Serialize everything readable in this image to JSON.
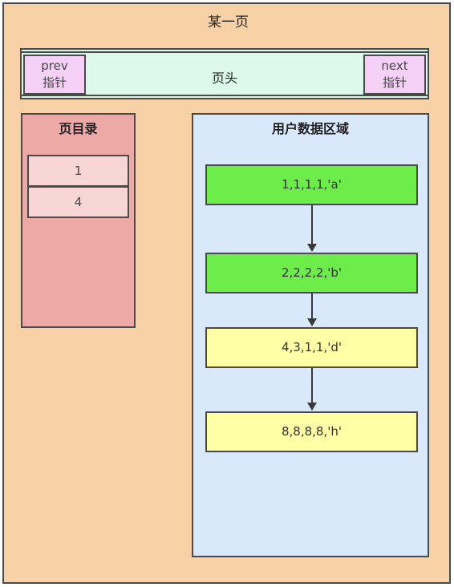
{
  "page": {
    "title": "某一页"
  },
  "header": {
    "label": "页头",
    "prev": {
      "word": "prev",
      "label": "指针"
    },
    "next": {
      "word": "next",
      "label": "指针"
    }
  },
  "directory": {
    "title": "页目录",
    "slots": [
      "1",
      "4"
    ]
  },
  "user_data": {
    "title": "用户数据区域",
    "records": [
      {
        "text": "1,1,1,1,'a'",
        "color": "#6ded4a"
      },
      {
        "text": "2,2,2,2,'b'",
        "color": "#6ded4a"
      },
      {
        "text": "4,3,1,1,'d'",
        "color": "#ffffa6"
      },
      {
        "text": "8,8,8,8,'h'",
        "color": "#ffffa6"
      }
    ]
  },
  "colors": {
    "page_bg": "#f8d2a6",
    "header_bg": "#dcf9ec",
    "pointer_bg": "#f5d1f7",
    "directory_bg": "#eda9a6",
    "slot_bg": "#f8d6d5",
    "user_data_bg": "#d9e8fb",
    "border": "#4a4a4a"
  }
}
